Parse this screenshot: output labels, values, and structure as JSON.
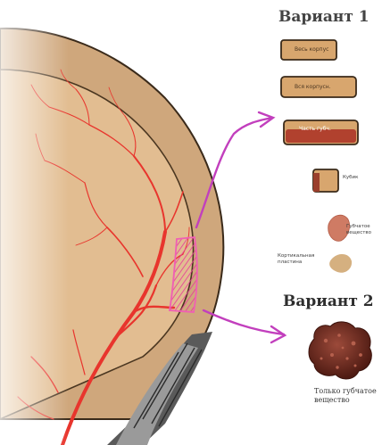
{
  "variant1": {
    "title": "Вариант 1",
    "chip1_label": "Весь корпус",
    "chip2_label": "Вся корпусн.",
    "chip3_label": "Часть губч.",
    "cube_label": "Кубик",
    "spongy_label": [
      "Губчатое",
      "вещество"
    ],
    "spongy_label_prefix": "⁘",
    "cortical_label": [
      "Кортикальная",
      "пластина"
    ]
  },
  "variant2": {
    "title": "Вариант 2",
    "label": [
      "Только губчатое",
      "вещество"
    ]
  },
  "colors": {
    "bone_outer": "#cfa77c",
    "bone_inner": "#e2bd91",
    "vessel": "#e8352d",
    "arrow": "#c23fbd",
    "marked_zone": "#f05fb4",
    "chip_fill": "#d8a66e",
    "spongy_chunk": "#7a2f22"
  }
}
